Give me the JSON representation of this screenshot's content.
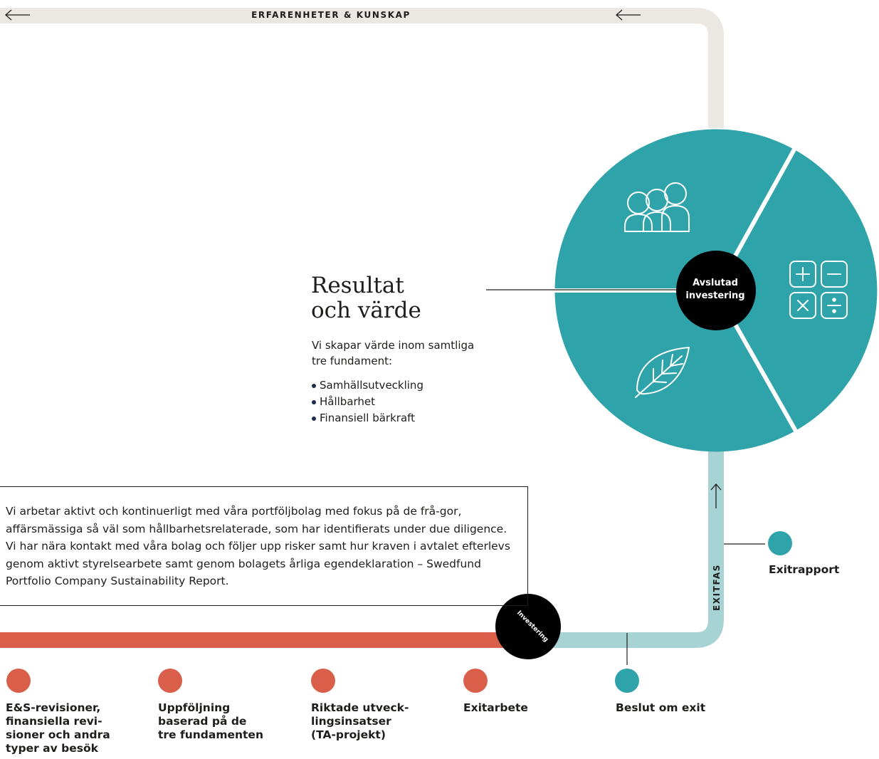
{
  "top_label": "ERFARENHETER & KUNSKAP",
  "result": {
    "title_line1": "Resultat",
    "title_line2": "och värde",
    "intro": "Vi skapar värde inom samtliga tre fundament:",
    "bullets": [
      "Samhällsutveckling",
      "Hållbarhet",
      "Finansiell bärkraft"
    ]
  },
  "center_circle": {
    "line1": "Avslutad",
    "line2": "investering"
  },
  "pie_segments": [
    {
      "icon": "people-icon",
      "color": "#2ea3a9"
    },
    {
      "icon": "calculator-icon",
      "color": "#2ea3a9"
    },
    {
      "icon": "leaf-icon",
      "color": "#2ea3a9"
    }
  ],
  "description": "Vi arbetar aktivt och kontinuerligt med våra portföljbolag med fokus på de frå-gor, affärsmässiga så väl som hållbarhetsrelaterade, som har identifierats under due diligence. Vi har nära kontakt med våra bolag och följer upp risker samt hur kraven i avtalet efterlevs genom aktivt styrelsearbete samt genom bolagets årliga egendeklaration – Swedfund Portfolio Company Sustainability Report.",
  "investering_label": "Investering",
  "exitfas_label": "EXITFAS",
  "exit_report": "Exitrapport",
  "steps": [
    {
      "label": [
        "E&S-revisioner,",
        "finansiella revi-",
        "sioner och andra",
        "typer av besök"
      ],
      "color": "#d95f4a"
    },
    {
      "label": [
        "Uppföljning",
        "baserad på de",
        "tre fundamenten"
      ],
      "color": "#d95f4a"
    },
    {
      "label": [
        "Riktade utveck-",
        "lingsinsatser",
        "(TA-projekt)"
      ],
      "color": "#d95f4a"
    },
    {
      "label": [
        "Exitarbete"
      ],
      "color": "#d95f4a"
    },
    {
      "label": [
        "Beslut om exit"
      ],
      "color": "#2ea3a9"
    }
  ],
  "colors": {
    "teal": "#2ea3a9",
    "light_teal": "#a8d3d5",
    "coral": "#d95f4a",
    "beige": "#ebe7e3",
    "black": "#000000"
  }
}
